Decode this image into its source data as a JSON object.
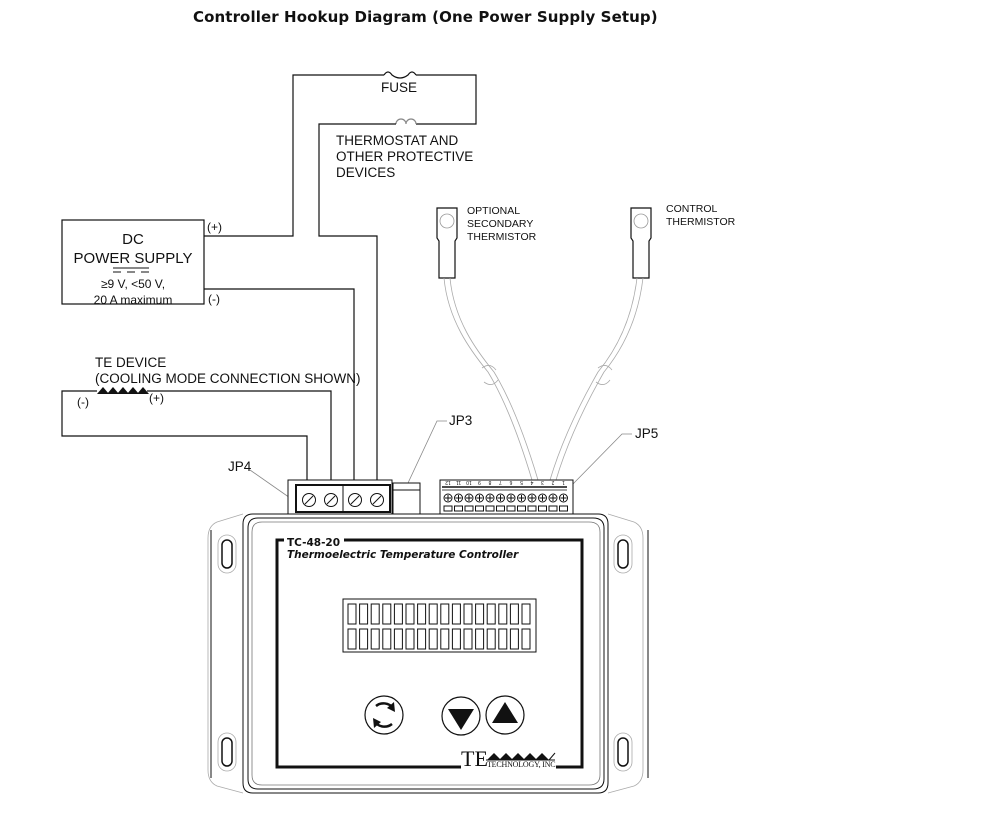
{
  "title": "Controller Hookup Diagram (One Power Supply Setup)",
  "power_supply": {
    "line1": "DC",
    "line2": "POWER SUPPLY",
    "spec1": "≥9 V, <50 V,",
    "spec2": "20 A maximum",
    "positive": "(+)",
    "negative": "(-)"
  },
  "fuse_label": "FUSE",
  "protective_label": [
    "THERMOSTAT AND",
    "OTHER PROTECTIVE",
    "DEVICES"
  ],
  "te_device": {
    "line1": "TE DEVICE",
    "line2": "(COOLING MODE CONNECTION SHOWN)",
    "negative": "(-)",
    "positive": "(+)"
  },
  "secondary_thermistor": [
    "OPTIONAL",
    "SECONDARY",
    "THERMISTOR"
  ],
  "control_thermistor": [
    "CONTROL",
    "THERMISTOR"
  ],
  "connectors": {
    "jp3": "JP3",
    "jp4": "JP4",
    "jp5": "JP5",
    "jp5_pins": [
      "12",
      "11",
      "10",
      "9",
      "8",
      "7",
      "6",
      "5",
      "4",
      "3",
      "2",
      "1"
    ]
  },
  "controller": {
    "model": "TC-48-20",
    "name": "Thermoelectric Temperature Controller",
    "display_rows": 2,
    "display_cols": 16,
    "buttons": [
      {
        "id": "cycle",
        "icon": "refresh-icon"
      },
      {
        "id": "down",
        "icon": "triangle-down-icon"
      },
      {
        "id": "up",
        "icon": "triangle-up-icon"
      }
    ],
    "logo_main": "TE",
    "logo_sub": "TECHNOLOGY, INC."
  }
}
